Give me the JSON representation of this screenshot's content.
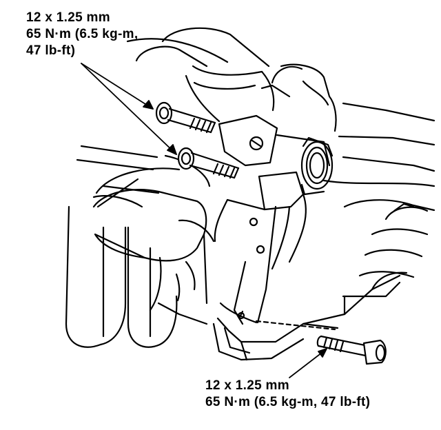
{
  "callouts": {
    "top": {
      "line1": "12 x 1.25 mm",
      "line2": "65 N·m (6.5 kg-m,",
      "line3": "47 lb-ft)"
    },
    "bottom": {
      "line1": "12 x 1.25 mm",
      "line2": "65 N·m (6.5 kg-m, 47 lb-ft)"
    }
  },
  "colors": {
    "ink": "#000000",
    "paper": "#ffffff"
  }
}
